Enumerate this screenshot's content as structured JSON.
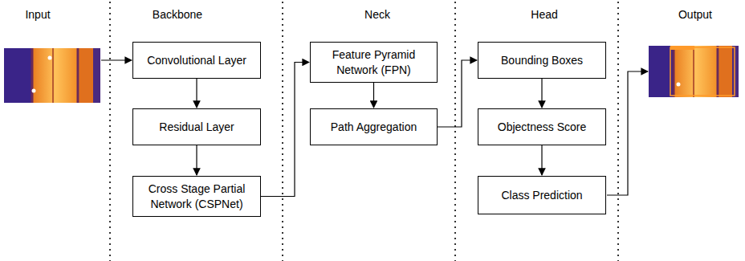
{
  "diagram": {
    "nodes": [
      {
        "text": [
          "Convolutional Layer"
        ]
      },
      {
        "text": [
          "Residual Layer"
        ]
      },
      {
        "text": [
          "Cross Stage Partial Network (CSPNet)"
        ]
      },
      {
        "text": [
          "Feature Pyramid Network (FPN)"
        ]
      },
      {
        "text": [
          "Path Aggregation"
        ]
      },
      {
        "text": [
          "Bounding Boxes"
        ]
      },
      {
        "text": [
          "Objectness Score"
        ]
      },
      {
        "text": [
          "Class Prediction"
        ]
      }
    ],
    "edges": [
      {
        "from": 0,
        "to": 1,
        "arrow": "to"
      },
      {
        "from": 1,
        "to": 2,
        "arrow": "to"
      },
      {
        "from": 2,
        "to": 3,
        "arrow": "to"
      },
      {
        "from": 3,
        "to": 4,
        "arrow": "to"
      },
      {
        "from": 4,
        "to": 5,
        "arrow": "to"
      },
      {
        "from": 5,
        "to": 6,
        "arrow": "to"
      },
      {
        "from": 6,
        "to": 7,
        "arrow": "to"
      }
    ],
    "labels": [
      "Input",
      "Backbone",
      "Neck",
      "Head",
      "Output"
    ]
  }
}
